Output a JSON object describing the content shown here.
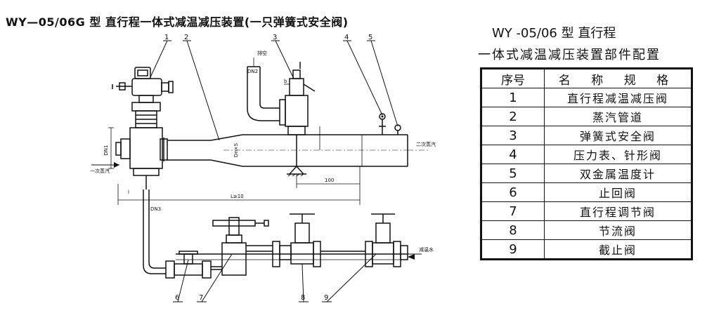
{
  "main_title": "WY—05/06G 型    直行程一体式减温减压装置(一只弹簧式安全阀)",
  "parts_title_line1": "WY -05/06 型  直行程",
  "parts_title_line2": "一体式减温减压装置部件配置",
  "table": {
    "headers": [
      "序号",
      "名 称 规 格"
    ],
    "rows": [
      {
        "no": "1",
        "name": "直行程减温减压阀"
      },
      {
        "no": "2",
        "name": "蒸汽管道"
      },
      {
        "no": "3",
        "name": "弹簧式安全阀"
      },
      {
        "no": "4",
        "name": "压力表、针形阀"
      },
      {
        "no": "5",
        "name": "双金属温度计"
      },
      {
        "no": "6",
        "name": "止回阀"
      },
      {
        "no": "7",
        "name": "直行程调节阀"
      },
      {
        "no": "8",
        "name": "节流阀"
      },
      {
        "no": "9",
        "name": "截止阀"
      }
    ]
  },
  "diagram": {
    "callouts": [
      "1",
      "2",
      "3",
      "4",
      "5",
      "6",
      "7",
      "8",
      "9"
    ],
    "labels": {
      "dn1": "DN1",
      "dn2": "DN2",
      "dn3": "DN3",
      "dn_s": "Dn×S",
      "exhaust": "排空",
      "primary_steam": "一次蒸汽",
      "secondary_steam": "二次蒸汽",
      "desuperheat_water": "减温水",
      "length": "L≥10",
      "dim_100": "100",
      "dim_l": "l",
      "dim_b": "b"
    }
  }
}
